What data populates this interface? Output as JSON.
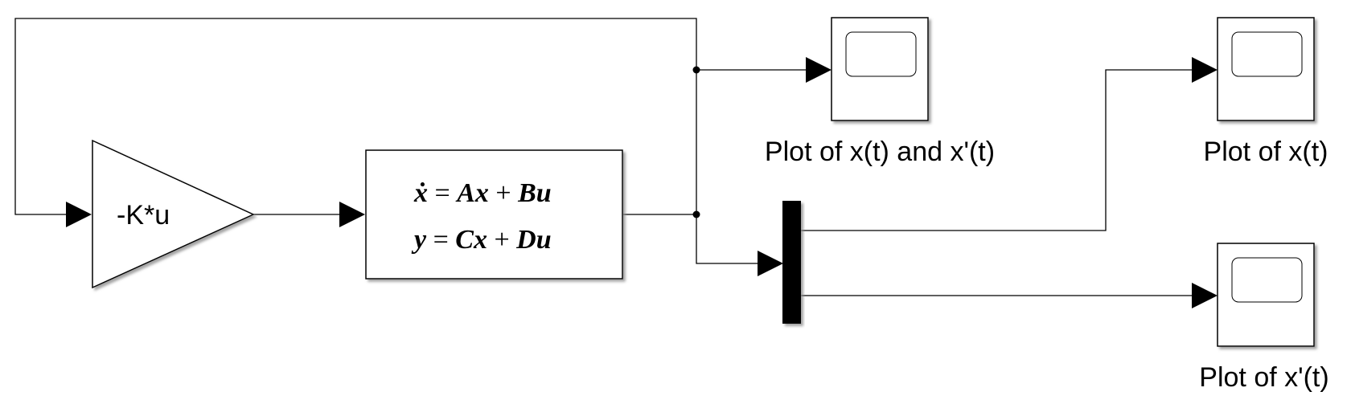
{
  "gain": {
    "label": "-K*u"
  },
  "state_space": {
    "eq1": {
      "xdot": "ẋ",
      "eq": " = ",
      "a": "A",
      "x": "x",
      "plus": " + ",
      "b": "B",
      "u": "u"
    },
    "eq2": {
      "y": "y",
      "eq": " = ",
      "c": "C",
      "x": "x",
      "plus": " + ",
      "d": "D",
      "u": "u"
    }
  },
  "scopes": [
    {
      "label": "Plot of x(t) and x'(t)"
    },
    {
      "label": "Plot of x(t)"
    },
    {
      "label": "Plot of x'(t)"
    }
  ],
  "colors": {
    "line": "#000000",
    "block_fill": "#ffffff",
    "shadow": "#9a9a9a"
  }
}
